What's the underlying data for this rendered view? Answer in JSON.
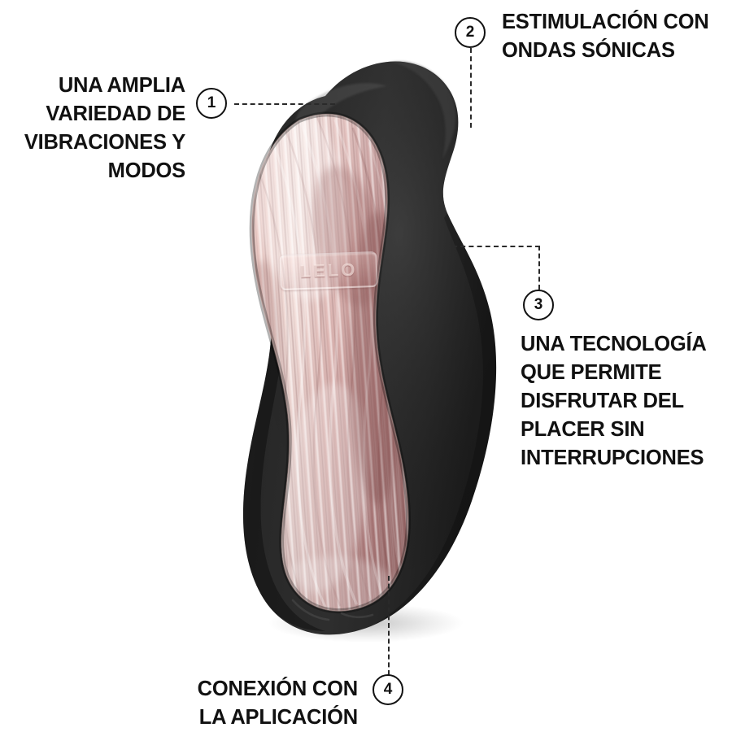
{
  "product": {
    "brand_logo_text": "LELO",
    "body_color": "#2b2b2b",
    "accent_color": "#d9a8a8",
    "accent_highlight": "#f4dcd7",
    "accent_shadow": "#9e6767",
    "background_color": "#ffffff"
  },
  "callouts": [
    {
      "number": "1",
      "text": "UNA AMPLIA\nVARIEDAD DE\nVIBRACIONES Y\nMODOS",
      "position": "left"
    },
    {
      "number": "2",
      "text": "ESTIMULACIÓN CON\nONDAS SÓNICAS",
      "position": "top-right"
    },
    {
      "number": "3",
      "text": "UNA TECNOLOGÍA\nQUE PERMITE\nDISFRUTAR DEL\nPLACER SIN\nINTERRUPCIONES",
      "position": "right"
    },
    {
      "number": "4",
      "text": "CONEXIÓN CON\nLA APLICACIÓN",
      "position": "bottom"
    }
  ]
}
